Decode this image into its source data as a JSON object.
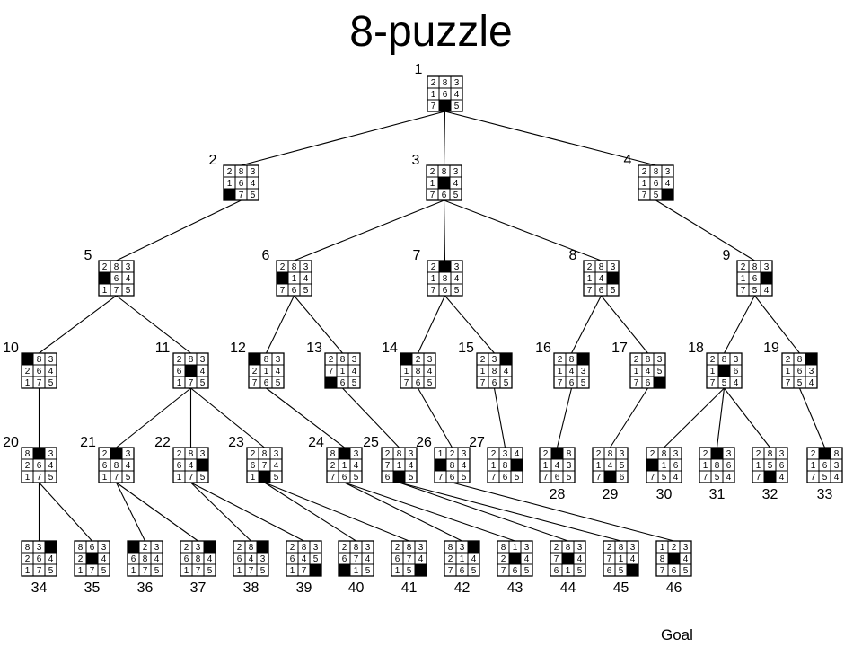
{
  "title": "8-puzzle",
  "goal_label": "Goal",
  "colors": {
    "blank": "#000000",
    "line": "#000000",
    "background": "#ffffff"
  },
  "nodes": [
    {
      "id": "1",
      "parent": null,
      "board": [
        [
          2,
          8,
          3
        ],
        [
          1,
          6,
          4
        ],
        [
          7,
          0,
          5
        ]
      ]
    },
    {
      "id": "2",
      "parent": "1",
      "board": [
        [
          2,
          8,
          3
        ],
        [
          1,
          6,
          4
        ],
        [
          0,
          7,
          5
        ]
      ]
    },
    {
      "id": "3",
      "parent": "1",
      "board": [
        [
          2,
          8,
          3
        ],
        [
          1,
          0,
          4
        ],
        [
          7,
          6,
          5
        ]
      ]
    },
    {
      "id": "4",
      "parent": "1",
      "board": [
        [
          2,
          8,
          3
        ],
        [
          1,
          6,
          4
        ],
        [
          7,
          5,
          0
        ]
      ]
    },
    {
      "id": "5",
      "parent": "2",
      "board": [
        [
          2,
          8,
          3
        ],
        [
          0,
          6,
          4
        ],
        [
          1,
          7,
          5
        ]
      ]
    },
    {
      "id": "6",
      "parent": "3",
      "board": [
        [
          2,
          8,
          3
        ],
        [
          0,
          1,
          4
        ],
        [
          7,
          6,
          5
        ]
      ]
    },
    {
      "id": "7",
      "parent": "3",
      "board": [
        [
          2,
          0,
          3
        ],
        [
          1,
          8,
          4
        ],
        [
          7,
          6,
          5
        ]
      ]
    },
    {
      "id": "8",
      "parent": "3",
      "board": [
        [
          2,
          8,
          3
        ],
        [
          1,
          4,
          0
        ],
        [
          7,
          6,
          5
        ]
      ]
    },
    {
      "id": "9",
      "parent": "4",
      "board": [
        [
          2,
          8,
          3
        ],
        [
          1,
          6,
          0
        ],
        [
          7,
          5,
          4
        ]
      ]
    },
    {
      "id": "10",
      "parent": "5",
      "board": [
        [
          0,
          8,
          3
        ],
        [
          2,
          6,
          4
        ],
        [
          1,
          7,
          5
        ]
      ]
    },
    {
      "id": "11",
      "parent": "5",
      "board": [
        [
          2,
          8,
          3
        ],
        [
          6,
          0,
          4
        ],
        [
          1,
          7,
          5
        ]
      ]
    },
    {
      "id": "12",
      "parent": "6",
      "board": [
        [
          0,
          8,
          3
        ],
        [
          2,
          1,
          4
        ],
        [
          7,
          6,
          5
        ]
      ]
    },
    {
      "id": "13",
      "parent": "6",
      "board": [
        [
          2,
          8,
          3
        ],
        [
          7,
          1,
          4
        ],
        [
          0,
          6,
          5
        ]
      ]
    },
    {
      "id": "14",
      "parent": "7",
      "board": [
        [
          0,
          2,
          3
        ],
        [
          1,
          8,
          4
        ],
        [
          7,
          6,
          5
        ]
      ]
    },
    {
      "id": "15",
      "parent": "7",
      "board": [
        [
          2,
          3,
          0
        ],
        [
          1,
          8,
          4
        ],
        [
          7,
          6,
          5
        ]
      ]
    },
    {
      "id": "16",
      "parent": "8",
      "board": [
        [
          2,
          8,
          0
        ],
        [
          1,
          4,
          3
        ],
        [
          7,
          6,
          5
        ]
      ]
    },
    {
      "id": "17",
      "parent": "8",
      "board": [
        [
          2,
          8,
          3
        ],
        [
          1,
          4,
          5
        ],
        [
          7,
          6,
          0
        ]
      ]
    },
    {
      "id": "18",
      "parent": "9",
      "board": [
        [
          2,
          8,
          3
        ],
        [
          1,
          0,
          6
        ],
        [
          7,
          5,
          4
        ]
      ]
    },
    {
      "id": "19",
      "parent": "9",
      "board": [
        [
          2,
          8,
          0
        ],
        [
          1,
          6,
          3
        ],
        [
          7,
          5,
          4
        ]
      ]
    },
    {
      "id": "20",
      "parent": "10",
      "board": [
        [
          8,
          0,
          3
        ],
        [
          2,
          6,
          4
        ],
        [
          1,
          7,
          5
        ]
      ]
    },
    {
      "id": "21",
      "parent": "11",
      "board": [
        [
          2,
          0,
          3
        ],
        [
          6,
          8,
          4
        ],
        [
          1,
          7,
          5
        ]
      ]
    },
    {
      "id": "22",
      "parent": "11",
      "board": [
        [
          2,
          8,
          3
        ],
        [
          6,
          4,
          0
        ],
        [
          1,
          7,
          5
        ]
      ]
    },
    {
      "id": "23",
      "parent": "11",
      "board": [
        [
          2,
          8,
          3
        ],
        [
          6,
          7,
          4
        ],
        [
          1,
          0,
          5
        ]
      ]
    },
    {
      "id": "24",
      "parent": "12",
      "board": [
        [
          8,
          0,
          3
        ],
        [
          2,
          1,
          4
        ],
        [
          7,
          6,
          5
        ]
      ]
    },
    {
      "id": "25",
      "parent": "13",
      "board": [
        [
          2,
          8,
          3
        ],
        [
          7,
          1,
          4
        ],
        [
          6,
          0,
          5
        ]
      ]
    },
    {
      "id": "26",
      "parent": "14",
      "board": [
        [
          1,
          2,
          3
        ],
        [
          0,
          8,
          4
        ],
        [
          7,
          6,
          5
        ]
      ]
    },
    {
      "id": "27",
      "parent": "15",
      "board": [
        [
          2,
          3,
          4
        ],
        [
          1,
          8,
          0
        ],
        [
          7,
          6,
          5
        ]
      ]
    },
    {
      "id": "28",
      "parent": "16",
      "board": [
        [
          2,
          0,
          8
        ],
        [
          1,
          4,
          3
        ],
        [
          7,
          6,
          5
        ]
      ]
    },
    {
      "id": "29",
      "parent": "17",
      "board": [
        [
          2,
          8,
          3
        ],
        [
          1,
          4,
          5
        ],
        [
          7,
          0,
          6
        ]
      ]
    },
    {
      "id": "30",
      "parent": "18",
      "board": [
        [
          2,
          8,
          3
        ],
        [
          0,
          1,
          6
        ],
        [
          7,
          5,
          4
        ]
      ]
    },
    {
      "id": "31",
      "parent": "18",
      "board": [
        [
          2,
          0,
          3
        ],
        [
          1,
          8,
          6
        ],
        [
          7,
          5,
          4
        ]
      ]
    },
    {
      "id": "32",
      "parent": "18",
      "board": [
        [
          2,
          8,
          3
        ],
        [
          1,
          5,
          6
        ],
        [
          7,
          0,
          4
        ]
      ]
    },
    {
      "id": "33",
      "parent": "19",
      "board": [
        [
          2,
          0,
          8
        ],
        [
          1,
          6,
          3
        ],
        [
          7,
          5,
          4
        ]
      ]
    },
    {
      "id": "34",
      "parent": "20",
      "board": [
        [
          8,
          3,
          0
        ],
        [
          2,
          6,
          4
        ],
        [
          1,
          7,
          5
        ]
      ]
    },
    {
      "id": "35",
      "parent": "20",
      "board": [
        [
          8,
          6,
          3
        ],
        [
          2,
          0,
          4
        ],
        [
          1,
          7,
          5
        ]
      ]
    },
    {
      "id": "36",
      "parent": "21",
      "board": [
        [
          0,
          2,
          3
        ],
        [
          6,
          8,
          4
        ],
        [
          1,
          7,
          5
        ]
      ]
    },
    {
      "id": "37",
      "parent": "21",
      "board": [
        [
          2,
          3,
          0
        ],
        [
          6,
          8,
          4
        ],
        [
          1,
          7,
          5
        ]
      ]
    },
    {
      "id": "38",
      "parent": "22",
      "board": [
        [
          2,
          8,
          0
        ],
        [
          6,
          4,
          3
        ],
        [
          1,
          7,
          5
        ]
      ]
    },
    {
      "id": "39",
      "parent": "22",
      "board": [
        [
          2,
          8,
          3
        ],
        [
          6,
          4,
          5
        ],
        [
          1,
          7,
          0
        ]
      ]
    },
    {
      "id": "40",
      "parent": "23",
      "board": [
        [
          2,
          8,
          3
        ],
        [
          6,
          7,
          4
        ],
        [
          0,
          1,
          5
        ]
      ]
    },
    {
      "id": "41",
      "parent": "23",
      "board": [
        [
          2,
          8,
          3
        ],
        [
          6,
          7,
          4
        ],
        [
          1,
          5,
          0
        ]
      ]
    },
    {
      "id": "42",
      "parent": "24",
      "board": [
        [
          8,
          3,
          0
        ],
        [
          2,
          1,
          4
        ],
        [
          7,
          6,
          5
        ]
      ]
    },
    {
      "id": "43",
      "parent": "24",
      "board": [
        [
          8,
          1,
          3
        ],
        [
          2,
          0,
          4
        ],
        [
          7,
          6,
          5
        ]
      ]
    },
    {
      "id": "44",
      "parent": "25",
      "board": [
        [
          2,
          8,
          3
        ],
        [
          7,
          0,
          4
        ],
        [
          6,
          1,
          5
        ]
      ]
    },
    {
      "id": "45",
      "parent": "25",
      "board": [
        [
          2,
          8,
          3
        ],
        [
          7,
          1,
          4
        ],
        [
          6,
          5,
          0
        ]
      ]
    },
    {
      "id": "46",
      "parent": "26",
      "board": [
        [
          1,
          2,
          3
        ],
        [
          8,
          0,
          4
        ],
        [
          7,
          6,
          5
        ]
      ]
    }
  ]
}
